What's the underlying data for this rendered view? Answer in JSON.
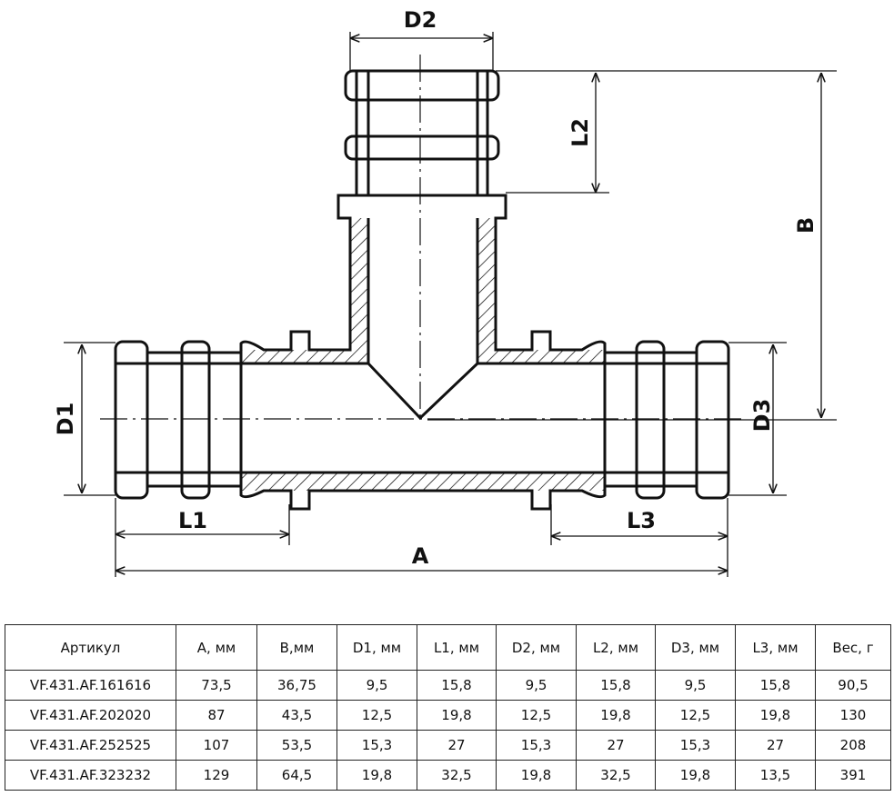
{
  "dimensions": {
    "D2": "D2",
    "L2": "L2",
    "B": "B",
    "D1": "D1",
    "D3": "D3",
    "L1": "L1",
    "L3": "L3",
    "A": "A"
  },
  "table": {
    "headers": [
      "Артикул",
      "A, мм",
      "B,мм",
      "D1, мм",
      "L1, мм",
      "D2, мм",
      "L2, мм",
      "D3, мм",
      "L3, мм",
      "Вес, г"
    ],
    "rows": [
      [
        "VF.431.AF.161616",
        "73,5",
        "36,75",
        "9,5",
        "15,8",
        "9,5",
        "15,8",
        "9,5",
        "15,8",
        "90,5"
      ],
      [
        "VF.431.AF.202020",
        "87",
        "43,5",
        "12,5",
        "19,8",
        "12,5",
        "19,8",
        "12,5",
        "19,8",
        "130"
      ],
      [
        "VF.431.AF.252525",
        "107",
        "53,5",
        "15,3",
        "27",
        "15,3",
        "27",
        "15,3",
        "27",
        "208"
      ],
      [
        "VF.431.AF.323232",
        "129",
        "64,5",
        "19,8",
        "32,5",
        "19,8",
        "32,5",
        "19,8",
        "13,5",
        "391"
      ]
    ]
  }
}
